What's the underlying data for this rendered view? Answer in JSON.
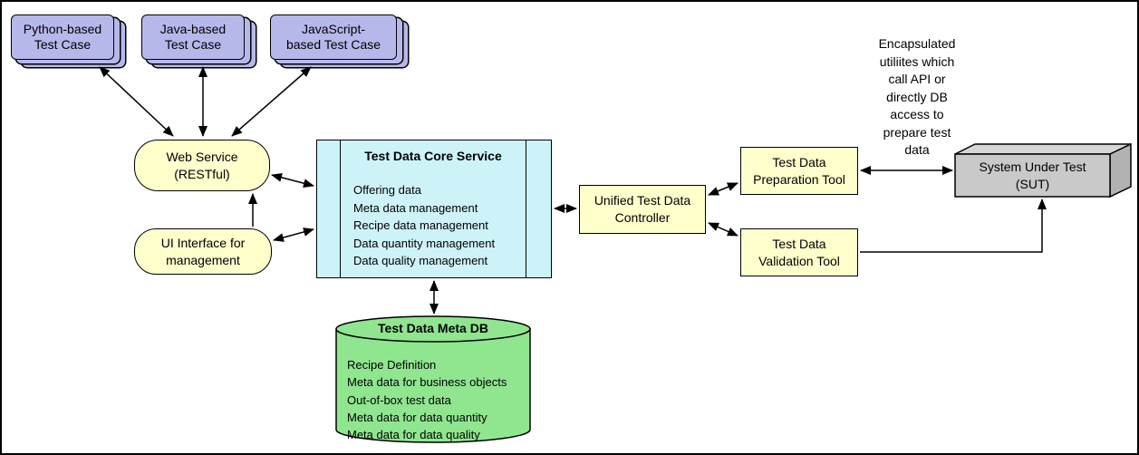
{
  "colors": {
    "test_case_fill": "#b7b8ea",
    "rounded_fill": "#ffffcc",
    "core_fill": "#cdf3f9",
    "db_fill": "#8fe68f",
    "sut_front": "#c9c9c9",
    "stroke": "#000000"
  },
  "test_cases": [
    {
      "label": "Python-based\nTest Case"
    },
    {
      "label": "Java-based\nTest Case"
    },
    {
      "label": "JavaScript-\nbased Test Case"
    }
  ],
  "web_service": {
    "label": "Web Service\n(RESTful)"
  },
  "ui_interface": {
    "label": "UI Interface for\nmanagement"
  },
  "core_service": {
    "title": "Test Data Core Service",
    "items": [
      "Offering data",
      "Meta data management",
      "Recipe data management",
      "Data quantity management",
      "Data quality management"
    ]
  },
  "controller": {
    "label": "Unified Test Data\nController"
  },
  "preparation_tool": {
    "label": "Test Data\nPreparation Tool"
  },
  "validation_tool": {
    "label": "Test Data\nValidation Tool"
  },
  "sut": {
    "label": "System Under Test\n(SUT)"
  },
  "note": {
    "text": "Encapsulated\nutiliites which\ncall API or\ndirectly DB\naccess to\nprepare test\ndata"
  },
  "meta_db": {
    "title": "Test Data Meta DB",
    "items": [
      "Recipe Definition",
      "Meta data for business objects",
      "Out-of-box test data",
      "Meta data for data quantity",
      "Meta data for data quality"
    ]
  }
}
